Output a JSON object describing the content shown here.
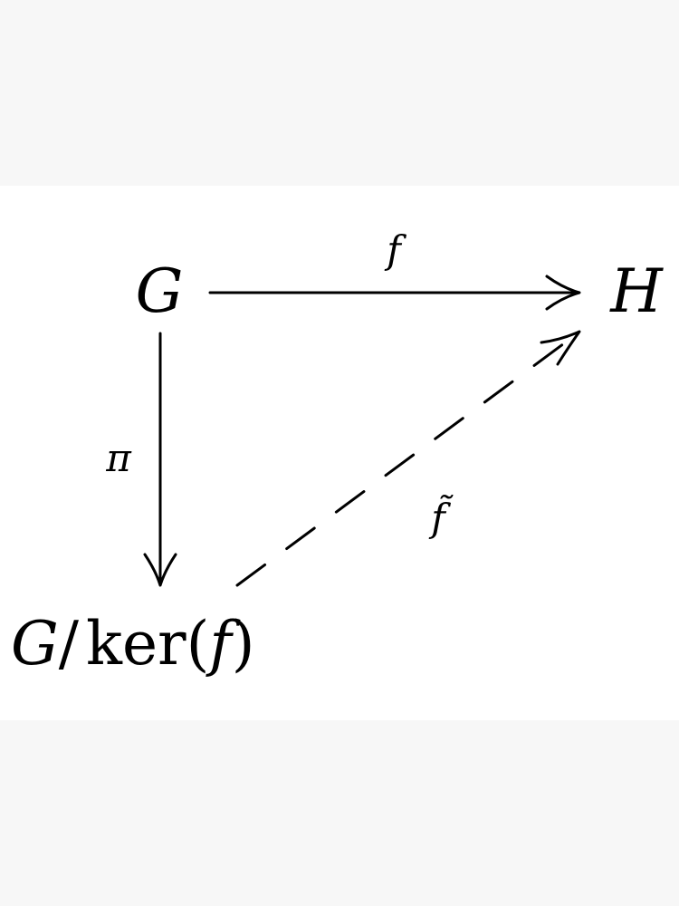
{
  "diagram": {
    "nodes": {
      "top_left": "G",
      "top_right": "H",
      "bottom_left": {
        "group": "G",
        "slash": "/",
        "ker": "ker",
        "open": "(",
        "map": "f",
        "close": ")"
      }
    },
    "arrows": {
      "top": {
        "label": "f",
        "style": "solid"
      },
      "left": {
        "label": "π",
        "style": "solid"
      },
      "diagonal": {
        "label": "f̃",
        "style": "dashed"
      }
    },
    "colors": {
      "page_background": "#f7f7f7",
      "band_background": "#ffffff",
      "ink": "#000000"
    }
  }
}
